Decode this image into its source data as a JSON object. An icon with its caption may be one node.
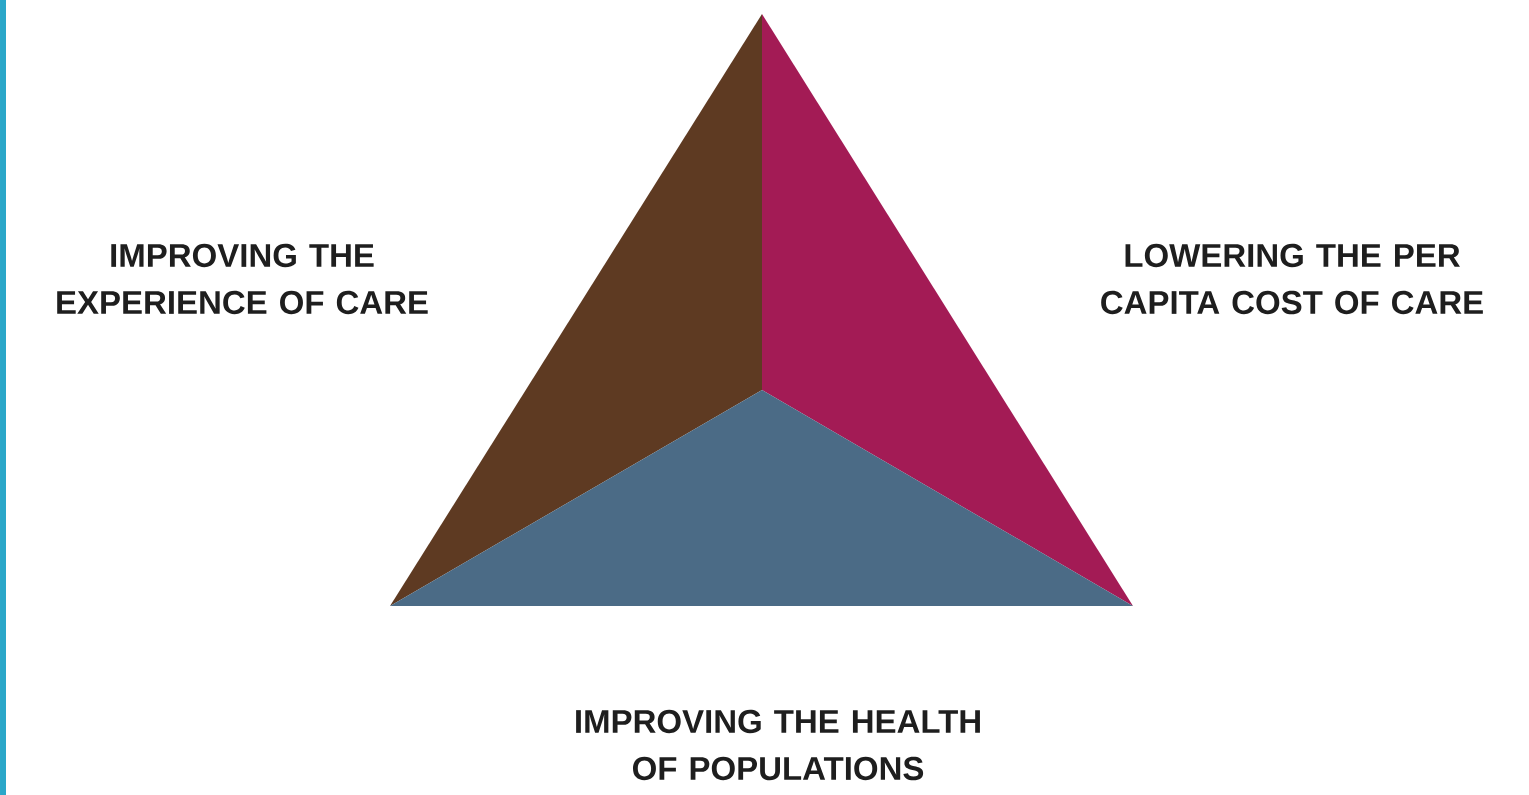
{
  "diagram": {
    "labels": [
      "IMPROVING THE EXPERIENCE OF CARE",
      "LOWERING THE PER CAPITA COST OF CARE",
      "IMPROVING THE HEALTH OF POPULATIONS"
    ]
  }
}
